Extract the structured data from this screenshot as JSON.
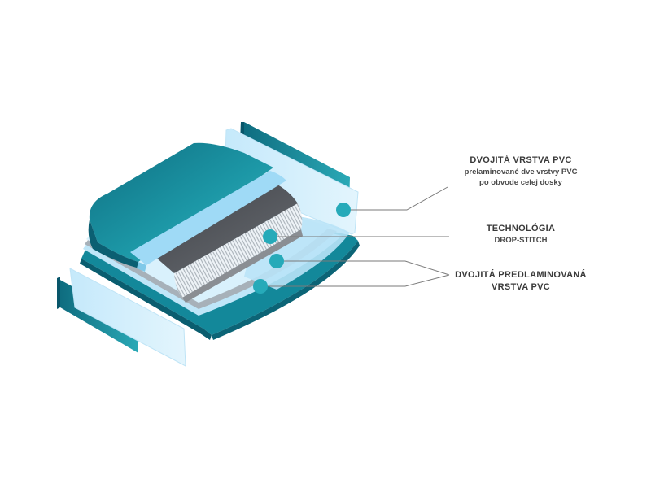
{
  "labels": {
    "pvc": {
      "title": "DVOJITÁ VRSTVA PVC",
      "line1": "prelaminované dve vrstvy PVC",
      "line2": "po obvode celej dosky"
    },
    "dropstitch": {
      "title": "TECHNOLÓGIA",
      "subtitle": "DROP-STITCH"
    },
    "prelam": {
      "line1": "DVOJITÁ PREDLAMINOVANÁ",
      "line2": "VRSTVA PVC"
    }
  },
  "colors": {
    "teal_dark": "#0b6b7e",
    "teal": "#1b9aa8",
    "teal_light": "#3fb7c0",
    "light_blue": "#aee0f8",
    "pale_blue": "#d8f0fb",
    "gray_dark": "#4d4f54",
    "gray": "#8a8e93",
    "dot": "#26aab9",
    "leader": "#7a7a7a"
  }
}
